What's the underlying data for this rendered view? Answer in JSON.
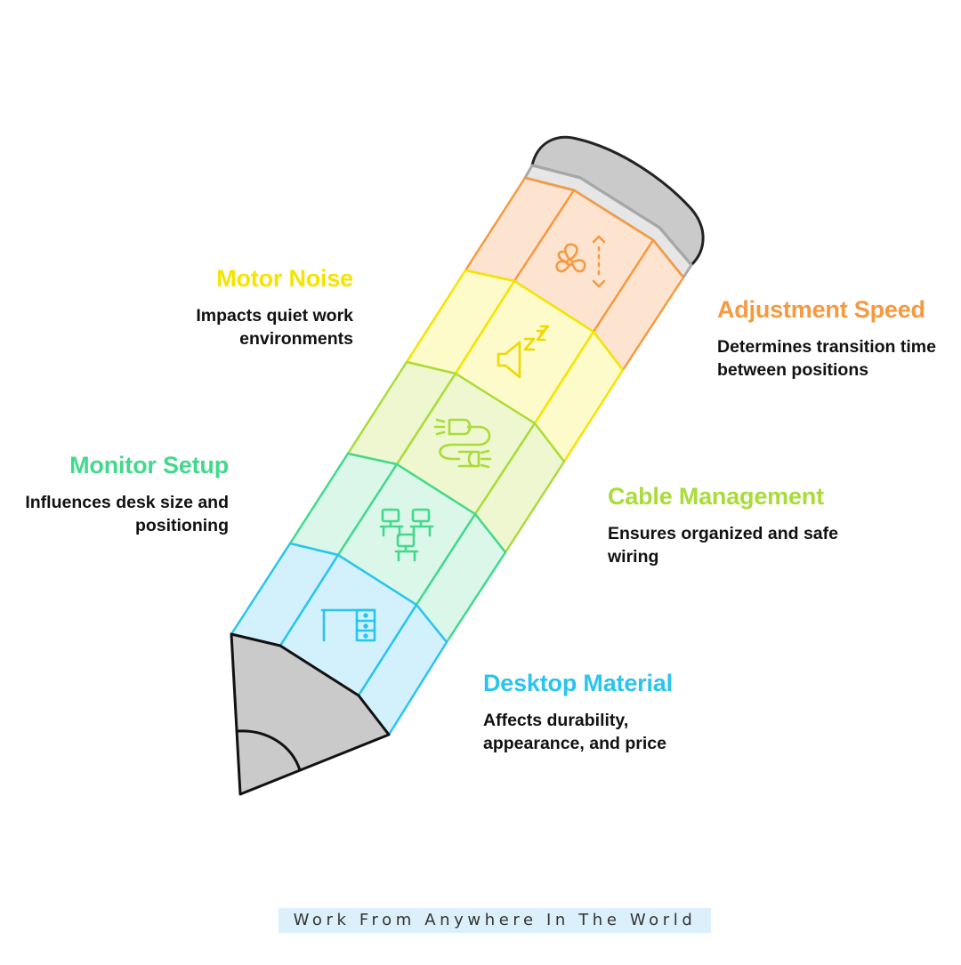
{
  "colors": {
    "orange": "#f7993f",
    "yellow": "#f5e400",
    "lime": "#a9dc3a",
    "green": "#43d98d",
    "blue": "#29c4f0",
    "gray": "#cacaca"
  },
  "segments": [
    {
      "key": "adjustment",
      "title": "Adjustment Speed",
      "desc": "Determines transition time between positions",
      "icon": "fan-height-icon"
    },
    {
      "key": "motor",
      "title": "Motor Noise",
      "desc": "Impacts quiet work environments",
      "icon": "speaker-sleep-icon"
    },
    {
      "key": "cable",
      "title": "Cable Management",
      "desc": "Ensures organized and safe wiring",
      "icon": "cable-plugs-icon"
    },
    {
      "key": "monitor",
      "title": "Monitor Setup",
      "desc": "Influences desk size and positioning",
      "icon": "monitors-icon"
    },
    {
      "key": "desktop",
      "title": "Desktop Material",
      "desc": "Affects durability, appearance, and price",
      "icon": "desk-icon"
    }
  ],
  "footer": "Work From Anywhere In The World"
}
